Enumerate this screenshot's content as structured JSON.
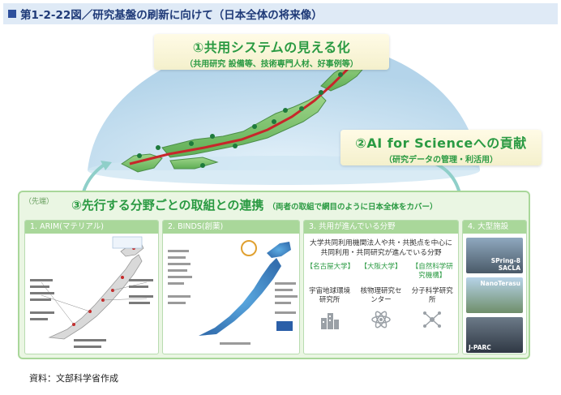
{
  "figure_title": "第1-2-22図／研究基盤の刷新に向けて（日本全体の将来像）",
  "headline1": {
    "main": "①共用システムの見える化",
    "sub": "（共用研究 設備等、技術専門人材、好事例等）"
  },
  "headline2": {
    "main": "②AI for Scienceへの貢献",
    "sub": "（研究データの管理・利活用）"
  },
  "panel": {
    "corner": "（先端）",
    "main": "③先行する分野ごとの取組との連携",
    "sub": "（両者の取組で網目のように日本全体をカバー）"
  },
  "cards": [
    {
      "title": "1. ARIM(マテリアル)"
    },
    {
      "title": "2. BINDS(創薬)"
    },
    {
      "title": "3. 共用が進んでいる分野"
    },
    {
      "title": "4. 大型施設"
    }
  ],
  "shared_field": {
    "intro": "大学共同利用機関法人や共・共拠点を中心に共同利用・共同研究が進んでいる分野",
    "institutions": [
      {
        "name": "【名古屋大学】",
        "desc": "宇宙地球環境研究所",
        "icon": "building-icon"
      },
      {
        "name": "【大阪大学】",
        "desc": "核物理研究センター",
        "icon": "atom-icon"
      },
      {
        "name": "【自然科学研究機構】",
        "desc": "分子科学研究所",
        "icon": "molecule-icon"
      }
    ]
  },
  "facilities": [
    {
      "label": "SPring-8\nSACLA",
      "color": "#5b6d7d"
    },
    {
      "label": "NanoTerasu",
      "color": "#6f8e6a"
    },
    {
      "label": "J-PARC",
      "color": "#3e4856"
    }
  ],
  "source": "資料：文部科学省作成",
  "colors": {
    "accent_green": "#2a9a42",
    "title_blue": "#1f3a78",
    "panel_bg": "#eaf6e3"
  }
}
